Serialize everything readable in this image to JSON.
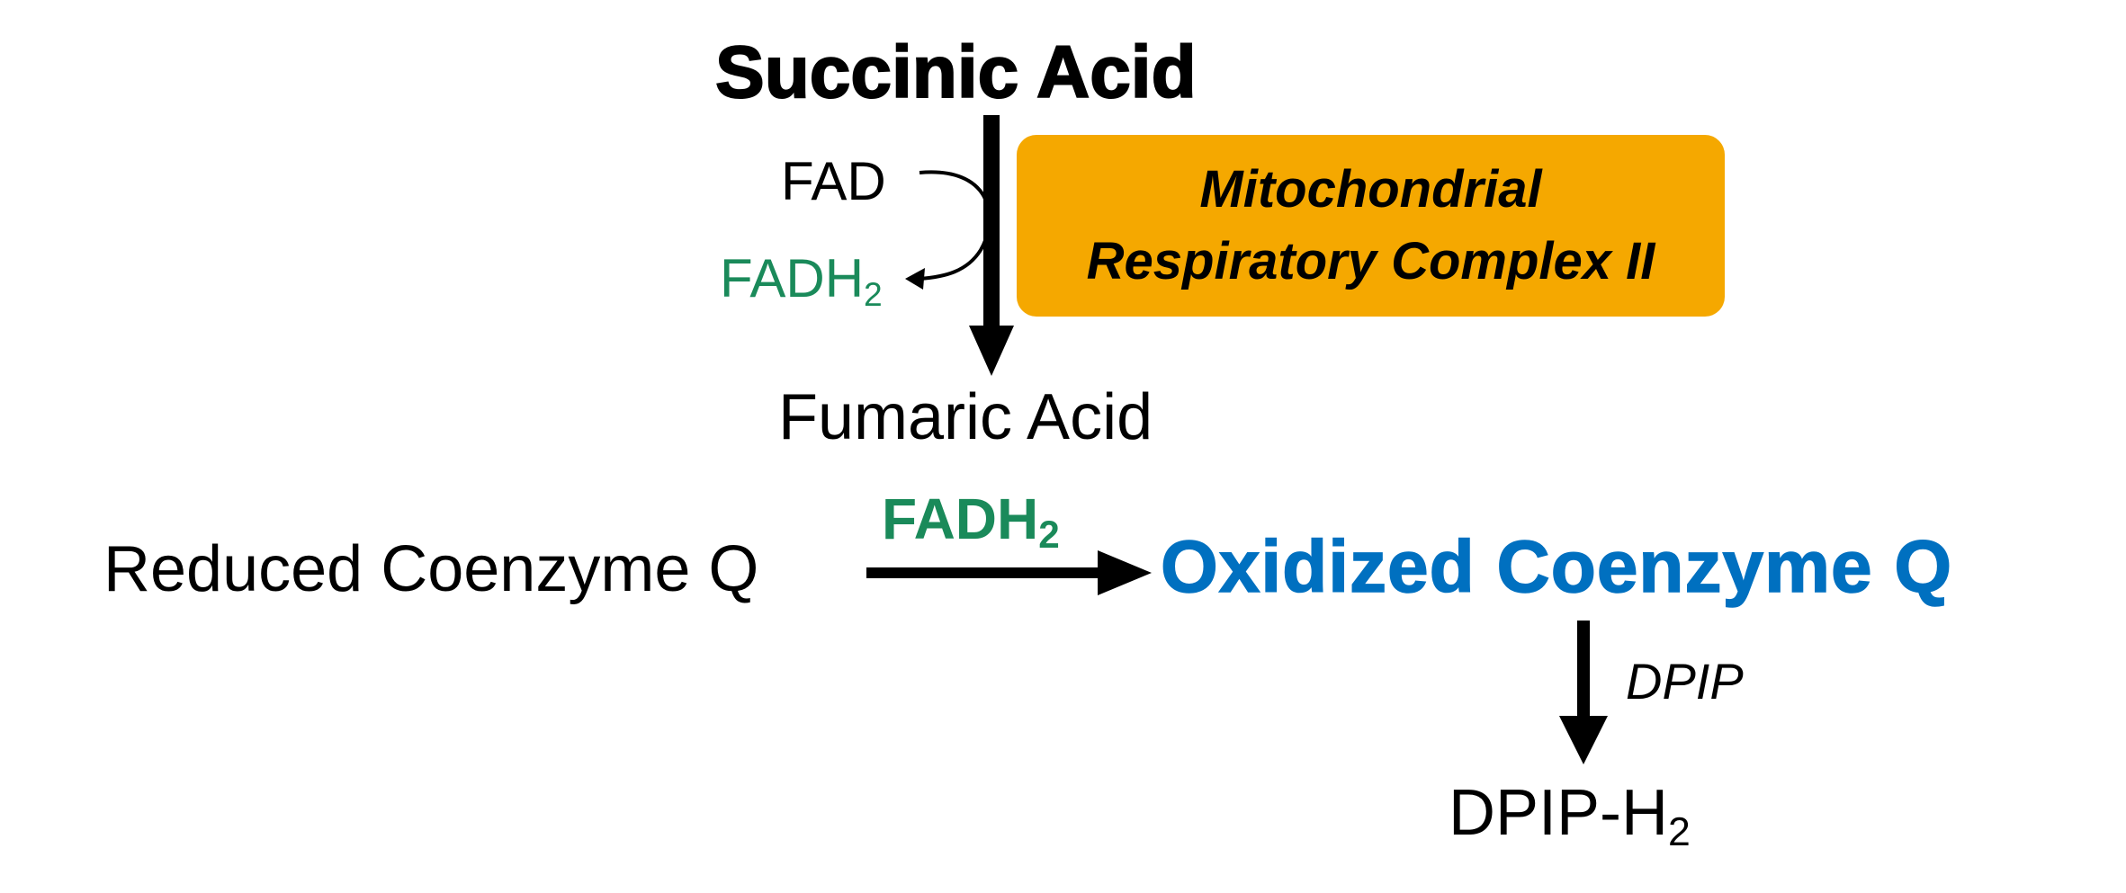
{
  "diagram": {
    "succinic_acid": "Succinic Acid",
    "fad": "FAD",
    "fadh2_side": {
      "base": "FADH",
      "sub": "2"
    },
    "complex": {
      "line1": "Mitochondrial",
      "line2": "Respiratory Complex II"
    },
    "fumaric_acid": "Fumaric Acid",
    "reduced_coq": "Reduced Coenzyme Q",
    "fadh2_mid": {
      "base": "FADH",
      "sub": "2"
    },
    "oxidized_coq": "Oxidized Coenzyme Q",
    "dpip": "DPIP",
    "dpip_h2": {
      "base": "DPIP-H",
      "sub": "2"
    }
  },
  "colors": {
    "text": "#000000",
    "fadh2_green": "#1A8A5A",
    "oxidized_blue": "#0070C0",
    "complex_fill": "#F5A800",
    "arrow": "#000000"
  }
}
